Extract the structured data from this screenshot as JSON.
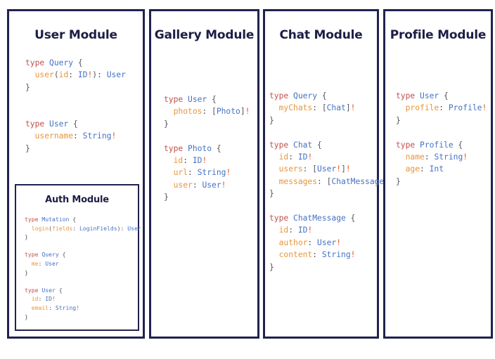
{
  "diagram": {
    "type": "graphql-schema-module-boards",
    "background": "#ffffff",
    "panel_border_color": "#21224e",
    "title_color": "#1d1d45",
    "syntax_colors": {
      "keyword": "#c0504d",
      "type": "#4472c4",
      "field": "#e8953a",
      "punctuation": "#555560",
      "bang": "#e05a2b"
    }
  },
  "panels": [
    {
      "id": "user",
      "title": "User Module",
      "code_lines": [
        [
          {
            "t": "type ",
            "c": "k"
          },
          {
            "t": "Query",
            "c": "t"
          },
          {
            "t": " {",
            "c": "p"
          }
        ],
        [
          {
            "t": "  ",
            "c": "p"
          },
          {
            "t": "user",
            "c": "f"
          },
          {
            "t": "(",
            "c": "p"
          },
          {
            "t": "id",
            "c": "f"
          },
          {
            "t": ": ",
            "c": "p"
          },
          {
            "t": "ID",
            "c": "t"
          },
          {
            "t": "!",
            "c": "b"
          },
          {
            "t": "): ",
            "c": "p"
          },
          {
            "t": "User",
            "c": "t"
          }
        ],
        [
          {
            "t": "}",
            "c": "p"
          }
        ],
        [
          {
            "t": "",
            "c": "p"
          }
        ],
        [
          {
            "t": "",
            "c": "p"
          }
        ],
        [
          {
            "t": "type ",
            "c": "k"
          },
          {
            "t": "User",
            "c": "t"
          },
          {
            "t": " {",
            "c": "p"
          }
        ],
        [
          {
            "t": "  ",
            "c": "p"
          },
          {
            "t": "username",
            "c": "f"
          },
          {
            "t": ": ",
            "c": "p"
          },
          {
            "t": "String",
            "c": "t"
          },
          {
            "t": "!",
            "c": "b"
          }
        ],
        [
          {
            "t": "}",
            "c": "p"
          }
        ]
      ]
    },
    {
      "id": "auth",
      "title": "Auth Module",
      "small": true,
      "code_lines": [
        [
          {
            "t": "type ",
            "c": "k"
          },
          {
            "t": "Mutation",
            "c": "t"
          },
          {
            "t": " {",
            "c": "p"
          }
        ],
        [
          {
            "t": "  ",
            "c": "p"
          },
          {
            "t": "login",
            "c": "f"
          },
          {
            "t": "(",
            "c": "p"
          },
          {
            "t": "fields",
            "c": "f"
          },
          {
            "t": ": ",
            "c": "p"
          },
          {
            "t": "LoginFields",
            "c": "t"
          },
          {
            "t": "): ",
            "c": "p"
          },
          {
            "t": "User",
            "c": "t"
          }
        ],
        [
          {
            "t": "}",
            "c": "p"
          }
        ],
        [
          {
            "t": "",
            "c": "p"
          }
        ],
        [
          {
            "t": "type ",
            "c": "k"
          },
          {
            "t": "Query",
            "c": "t"
          },
          {
            "t": " {",
            "c": "p"
          }
        ],
        [
          {
            "t": "  ",
            "c": "p"
          },
          {
            "t": "me",
            "c": "f"
          },
          {
            "t": ": ",
            "c": "p"
          },
          {
            "t": "User",
            "c": "t"
          }
        ],
        [
          {
            "t": "}",
            "c": "p"
          }
        ],
        [
          {
            "t": "",
            "c": "p"
          }
        ],
        [
          {
            "t": "type ",
            "c": "k"
          },
          {
            "t": "User",
            "c": "t"
          },
          {
            "t": " {",
            "c": "p"
          }
        ],
        [
          {
            "t": "  ",
            "c": "p"
          },
          {
            "t": "id",
            "c": "f"
          },
          {
            "t": ": ",
            "c": "p"
          },
          {
            "t": "ID",
            "c": "t"
          },
          {
            "t": "!",
            "c": "b"
          }
        ],
        [
          {
            "t": "  ",
            "c": "p"
          },
          {
            "t": "email",
            "c": "f"
          },
          {
            "t": ": ",
            "c": "p"
          },
          {
            "t": "String",
            "c": "t"
          },
          {
            "t": "!",
            "c": "b"
          }
        ],
        [
          {
            "t": "}",
            "c": "p"
          }
        ]
      ]
    },
    {
      "id": "gallery",
      "title": "Gallery Module",
      "code_lines": [
        [
          {
            "t": "type ",
            "c": "k"
          },
          {
            "t": "User",
            "c": "t"
          },
          {
            "t": " {",
            "c": "p"
          }
        ],
        [
          {
            "t": "  ",
            "c": "p"
          },
          {
            "t": "photos",
            "c": "f"
          },
          {
            "t": ": [",
            "c": "p"
          },
          {
            "t": "Photo",
            "c": "t"
          },
          {
            "t": "]",
            "c": "p"
          },
          {
            "t": "!",
            "c": "b"
          }
        ],
        [
          {
            "t": "}",
            "c": "p"
          }
        ],
        [
          {
            "t": "",
            "c": "p"
          }
        ],
        [
          {
            "t": "type ",
            "c": "k"
          },
          {
            "t": "Photo",
            "c": "t"
          },
          {
            "t": " {",
            "c": "p"
          }
        ],
        [
          {
            "t": "  ",
            "c": "p"
          },
          {
            "t": "id",
            "c": "f"
          },
          {
            "t": ": ",
            "c": "p"
          },
          {
            "t": "ID",
            "c": "t"
          },
          {
            "t": "!",
            "c": "b"
          }
        ],
        [
          {
            "t": "  ",
            "c": "p"
          },
          {
            "t": "url",
            "c": "f"
          },
          {
            "t": ": ",
            "c": "p"
          },
          {
            "t": "String",
            "c": "t"
          },
          {
            "t": "!",
            "c": "b"
          }
        ],
        [
          {
            "t": "  ",
            "c": "p"
          },
          {
            "t": "user",
            "c": "f"
          },
          {
            "t": ": ",
            "c": "p"
          },
          {
            "t": "User",
            "c": "t"
          },
          {
            "t": "!",
            "c": "b"
          }
        ],
        [
          {
            "t": "}",
            "c": "p"
          }
        ]
      ]
    },
    {
      "id": "chat",
      "title": "Chat Module",
      "code_lines": [
        [
          {
            "t": "type ",
            "c": "k"
          },
          {
            "t": "Query",
            "c": "t"
          },
          {
            "t": " {",
            "c": "p"
          }
        ],
        [
          {
            "t": "  ",
            "c": "p"
          },
          {
            "t": "myChats",
            "c": "f"
          },
          {
            "t": ": [",
            "c": "p"
          },
          {
            "t": "Chat",
            "c": "t"
          },
          {
            "t": "]",
            "c": "p"
          },
          {
            "t": "!",
            "c": "b"
          }
        ],
        [
          {
            "t": "}",
            "c": "p"
          }
        ],
        [
          {
            "t": "",
            "c": "p"
          }
        ],
        [
          {
            "t": "type ",
            "c": "k"
          },
          {
            "t": "Chat",
            "c": "t"
          },
          {
            "t": " {",
            "c": "p"
          }
        ],
        [
          {
            "t": "  ",
            "c": "p"
          },
          {
            "t": "id",
            "c": "f"
          },
          {
            "t": ": ",
            "c": "p"
          },
          {
            "t": "ID",
            "c": "t"
          },
          {
            "t": "!",
            "c": "b"
          }
        ],
        [
          {
            "t": "  ",
            "c": "p"
          },
          {
            "t": "users",
            "c": "f"
          },
          {
            "t": ": [",
            "c": "p"
          },
          {
            "t": "User",
            "c": "t"
          },
          {
            "t": "!",
            "c": "b"
          },
          {
            "t": "]",
            "c": "p"
          },
          {
            "t": "!",
            "c": "b"
          }
        ],
        [
          {
            "t": "  ",
            "c": "p"
          },
          {
            "t": "messages",
            "c": "f"
          },
          {
            "t": ": [",
            "c": "p"
          },
          {
            "t": "ChatMessage",
            "c": "t"
          },
          {
            "t": "]",
            "c": "p"
          },
          {
            "t": "!",
            "c": "b"
          }
        ],
        [
          {
            "t": "}",
            "c": "p"
          }
        ],
        [
          {
            "t": "",
            "c": "p"
          }
        ],
        [
          {
            "t": "type ",
            "c": "k"
          },
          {
            "t": "ChatMessage",
            "c": "t"
          },
          {
            "t": " {",
            "c": "p"
          }
        ],
        [
          {
            "t": "  ",
            "c": "p"
          },
          {
            "t": "id",
            "c": "f"
          },
          {
            "t": ": ",
            "c": "p"
          },
          {
            "t": "ID",
            "c": "t"
          },
          {
            "t": "!",
            "c": "b"
          }
        ],
        [
          {
            "t": "  ",
            "c": "p"
          },
          {
            "t": "author",
            "c": "f"
          },
          {
            "t": ": ",
            "c": "p"
          },
          {
            "t": "User",
            "c": "t"
          },
          {
            "t": "!",
            "c": "b"
          }
        ],
        [
          {
            "t": "  ",
            "c": "p"
          },
          {
            "t": "content",
            "c": "f"
          },
          {
            "t": ": ",
            "c": "p"
          },
          {
            "t": "String",
            "c": "t"
          },
          {
            "t": "!",
            "c": "b"
          }
        ],
        [
          {
            "t": "}",
            "c": "p"
          }
        ]
      ]
    },
    {
      "id": "profile",
      "title": "Profile Module",
      "code_lines": [
        [
          {
            "t": "type ",
            "c": "k"
          },
          {
            "t": "User",
            "c": "t"
          },
          {
            "t": " {",
            "c": "p"
          }
        ],
        [
          {
            "t": "  ",
            "c": "p"
          },
          {
            "t": "profile",
            "c": "f"
          },
          {
            "t": ": ",
            "c": "p"
          },
          {
            "t": "Profile",
            "c": "t"
          },
          {
            "t": "!",
            "c": "b"
          }
        ],
        [
          {
            "t": "}",
            "c": "p"
          }
        ],
        [
          {
            "t": "",
            "c": "p"
          }
        ],
        [
          {
            "t": "type ",
            "c": "k"
          },
          {
            "t": "Profile",
            "c": "t"
          },
          {
            "t": " {",
            "c": "p"
          }
        ],
        [
          {
            "t": "  ",
            "c": "p"
          },
          {
            "t": "name",
            "c": "f"
          },
          {
            "t": ": ",
            "c": "p"
          },
          {
            "t": "String",
            "c": "t"
          },
          {
            "t": "!",
            "c": "b"
          }
        ],
        [
          {
            "t": "  ",
            "c": "p"
          },
          {
            "t": "age",
            "c": "f"
          },
          {
            "t": ": ",
            "c": "p"
          },
          {
            "t": "Int",
            "c": "t"
          }
        ],
        [
          {
            "t": "}",
            "c": "p"
          }
        ]
      ]
    }
  ]
}
